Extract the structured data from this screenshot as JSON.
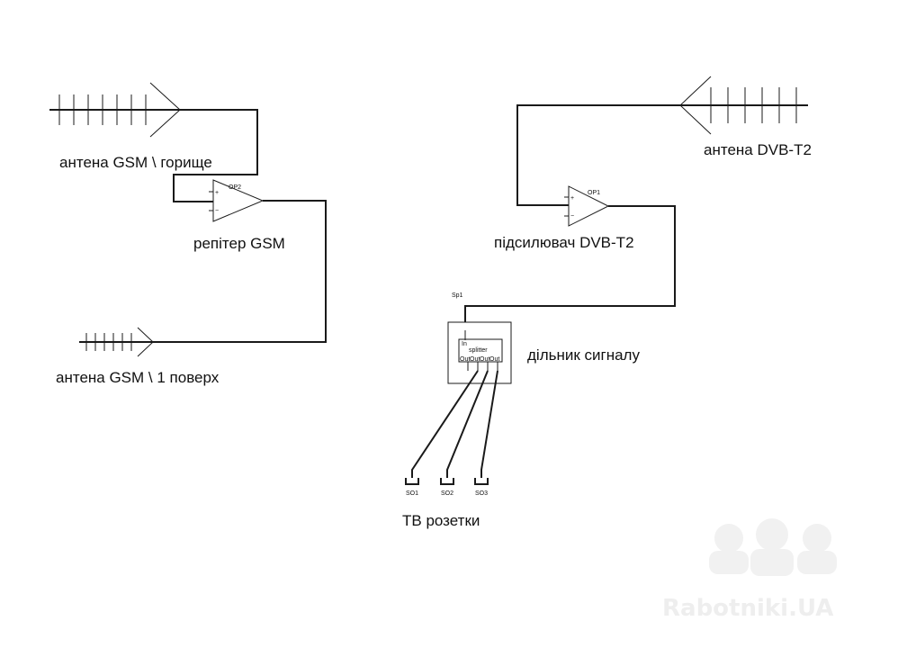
{
  "labels": {
    "antenna_gsm_attic": "антена GSM \\ горище",
    "repeater_gsm": "репітер GSM",
    "antenna_gsm_floor1": "антена GSM \\ 1 поверх",
    "antenna_dvb": "антена DVB-T2",
    "amplifier_dvb": "підсилювач DVB-T2",
    "splitter_caption": "дільник сигналу",
    "tv_sockets": "ТВ розетки"
  },
  "components": {
    "op2": {
      "ref": "OP2",
      "plus": "+",
      "minus": "−"
    },
    "op1": {
      "ref": "OP1",
      "plus": "+",
      "minus": "−"
    },
    "splitter": {
      "ref": "Sp1",
      "in_label": "In",
      "name": "splitter",
      "outputs": [
        "Out",
        "Out",
        "Out",
        "Out"
      ]
    },
    "sockets": [
      "SO1",
      "SO2",
      "SO3"
    ]
  },
  "watermark": {
    "text": "Rabotniki.UA",
    "color": "#eeeeee"
  }
}
